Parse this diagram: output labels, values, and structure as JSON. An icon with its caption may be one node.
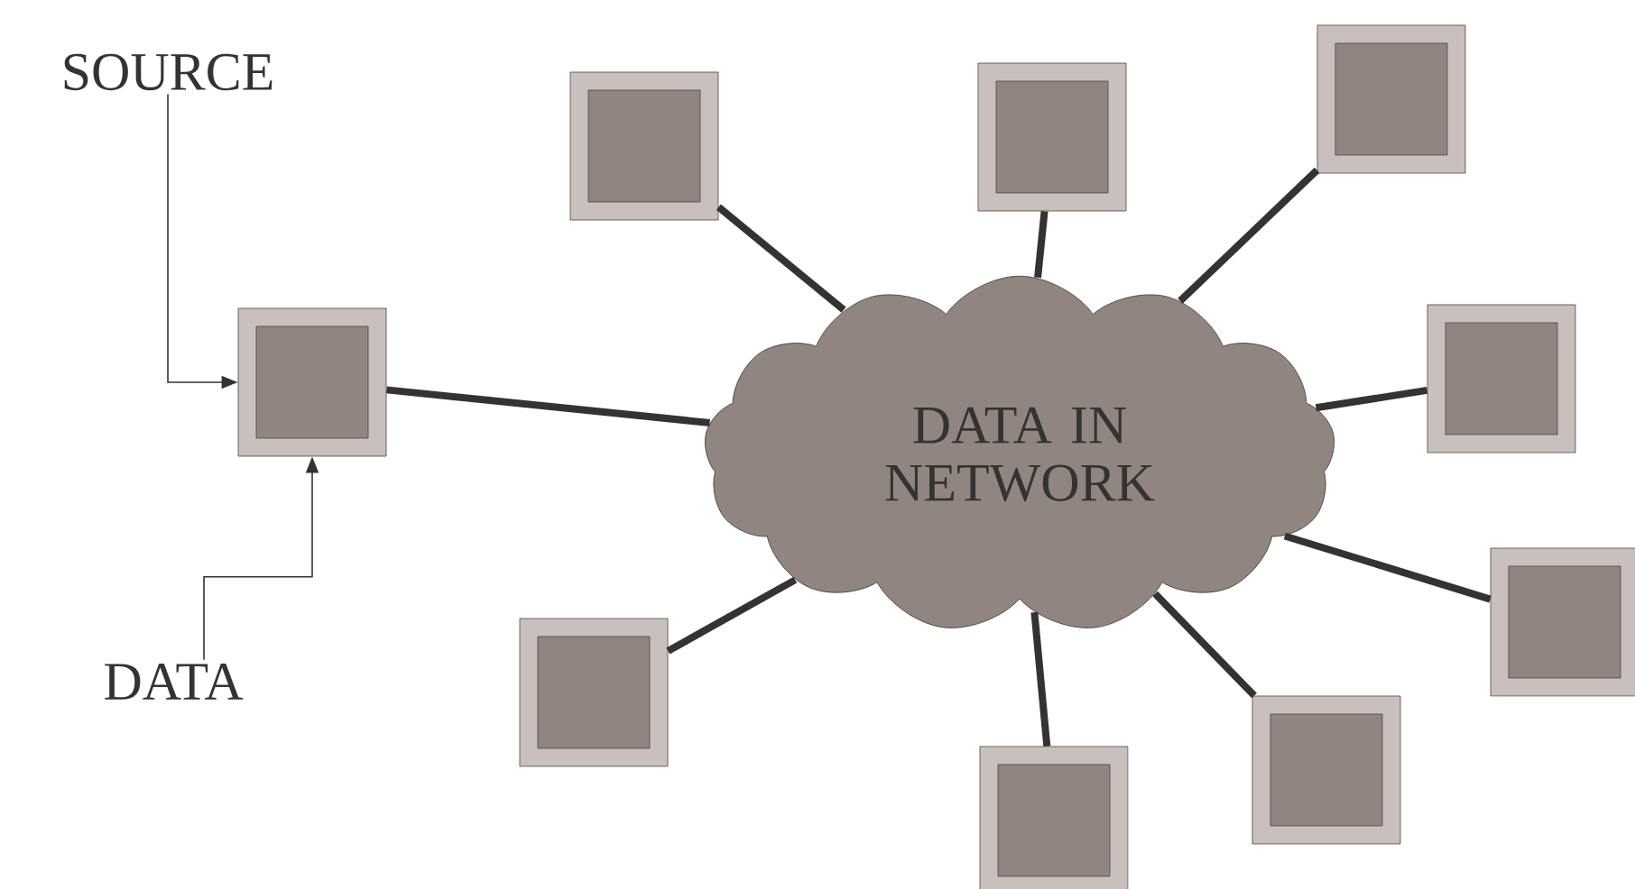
{
  "diagram": {
    "nodes": [
      {
        "text": [
          "SOURCE"
        ]
      },
      {
        "text": [
          "DATA"
        ]
      },
      {
        "text": [
          "DATA IN NETWORK"
        ]
      },
      {
        "text": [],
        "shape": "box"
      },
      {
        "text": [],
        "shape": "box"
      },
      {
        "text": [],
        "shape": "box"
      },
      {
        "text": [],
        "shape": "box"
      },
      {
        "text": [],
        "shape": "box"
      },
      {
        "text": [],
        "shape": "box"
      },
      {
        "text": [],
        "shape": "box"
      },
      {
        "text": [],
        "shape": "box"
      },
      {
        "text": [],
        "shape": "box"
      }
    ],
    "edges": [
      {
        "from": 0,
        "to": 3,
        "arrow": "to"
      },
      {
        "from": 1,
        "to": 3,
        "arrow": "to"
      },
      {
        "from": 2,
        "to": 3,
        "arrow": "none"
      },
      {
        "from": 2,
        "to": 4,
        "arrow": "none"
      },
      {
        "from": 2,
        "to": 5,
        "arrow": "none"
      },
      {
        "from": 2,
        "to": 6,
        "arrow": "none"
      },
      {
        "from": 2,
        "to": 7,
        "arrow": "none"
      },
      {
        "from": 2,
        "to": 8,
        "arrow": "none"
      },
      {
        "from": 2,
        "to": 9,
        "arrow": "none"
      },
      {
        "from": 2,
        "to": 10,
        "arrow": "none"
      },
      {
        "from": 2,
        "to": 11,
        "arrow": "none"
      }
    ]
  }
}
